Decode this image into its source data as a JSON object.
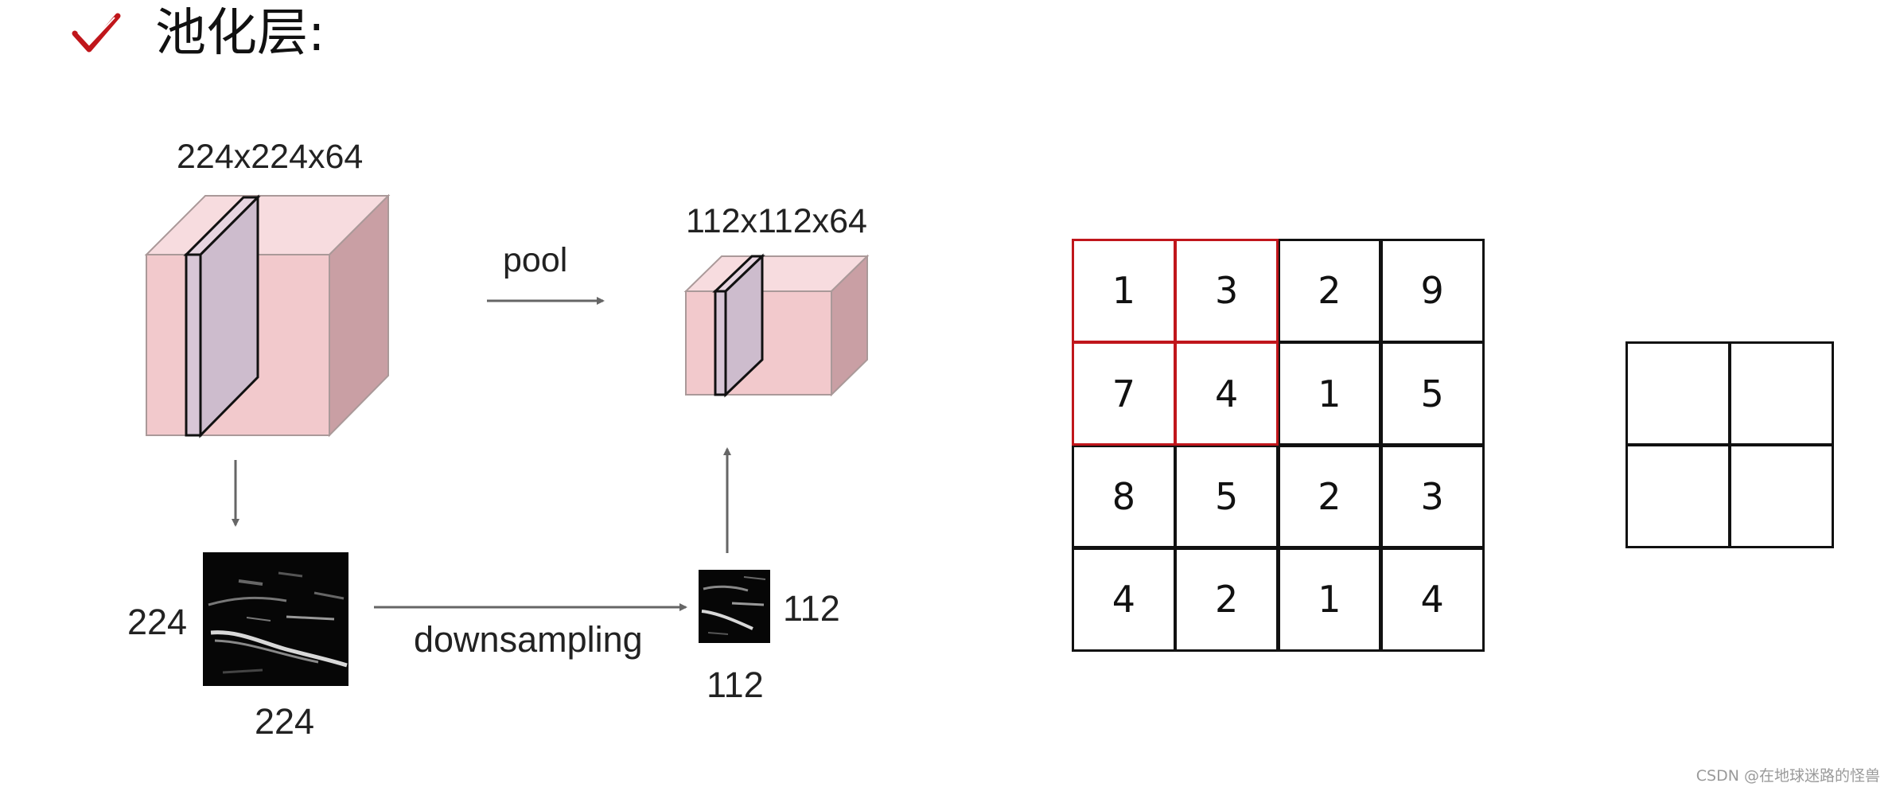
{
  "header": {
    "title": "池化层:"
  },
  "diagram": {
    "input_volume_label": "224x224x64",
    "output_volume_label": "112x112x64",
    "pool_label": "pool",
    "downsampling_label": "downsampling",
    "input_slice_height": "224",
    "input_slice_width": "224",
    "output_slice_height": "112",
    "output_slice_width": "112"
  },
  "matrix": {
    "rows": [
      [
        "1",
        "3",
        "2",
        "9"
      ],
      [
        "7",
        "4",
        "1",
        "5"
      ],
      [
        "8",
        "5",
        "2",
        "3"
      ],
      [
        "4",
        "2",
        "1",
        "4"
      ]
    ],
    "highlight_color": "#c0161b"
  },
  "output_grid": {
    "rows": [
      [
        "",
        ""
      ],
      [
        "",
        ""
      ]
    ]
  },
  "watermark": "CSDN @在地球迷路的怪兽",
  "colors": {
    "cube_front": "#f2c9cc",
    "cube_top": "#f7dcdf",
    "cube_side": "#c99fa4",
    "slice": "#d4c3d4",
    "check": "#c0161b",
    "arrow": "#666666"
  }
}
